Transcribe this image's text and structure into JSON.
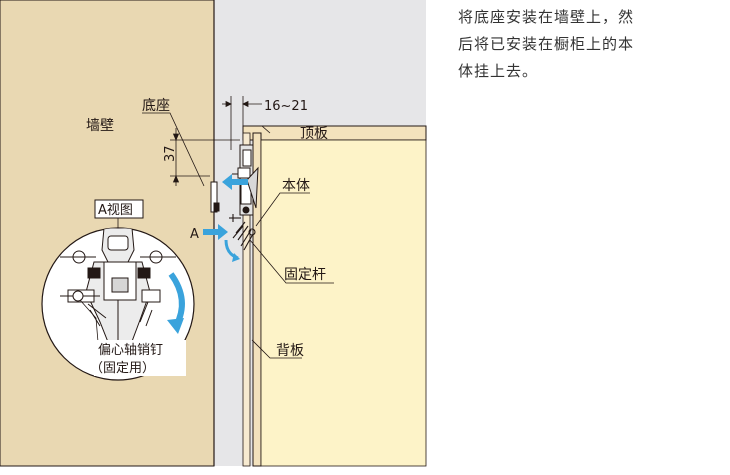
{
  "colors": {
    "wall": "#e9d8b2",
    "gap": "#e6e6e8",
    "cabinet_interior": "#fdf3c8",
    "board": "#f3e2bd",
    "arrow": "#3aa3dc",
    "line": "#231815"
  },
  "caption": {
    "line1": "将底座安装在墙壁上，然",
    "line2": "后将已安装在橱柜上的本",
    "line3": "体挂上去。"
  },
  "labels": {
    "wall": "墙壁",
    "base": "底座",
    "dim_gap": "16~21",
    "dim_height": "37",
    "top_board": "顶板",
    "body": "本体",
    "view_a": "A视图",
    "arrow_a": "A",
    "fixing_rod": "固定杆",
    "back_board": "背板",
    "eccentric_pin_line1": "偏心轴销钉",
    "eccentric_pin_line2": "（固定用）"
  },
  "icons": {
    "push_arrow": "arrow-left-icon",
    "view_arrow": "arrow-right-icon",
    "rotate_arrow": "curved-arrow-icon"
  }
}
